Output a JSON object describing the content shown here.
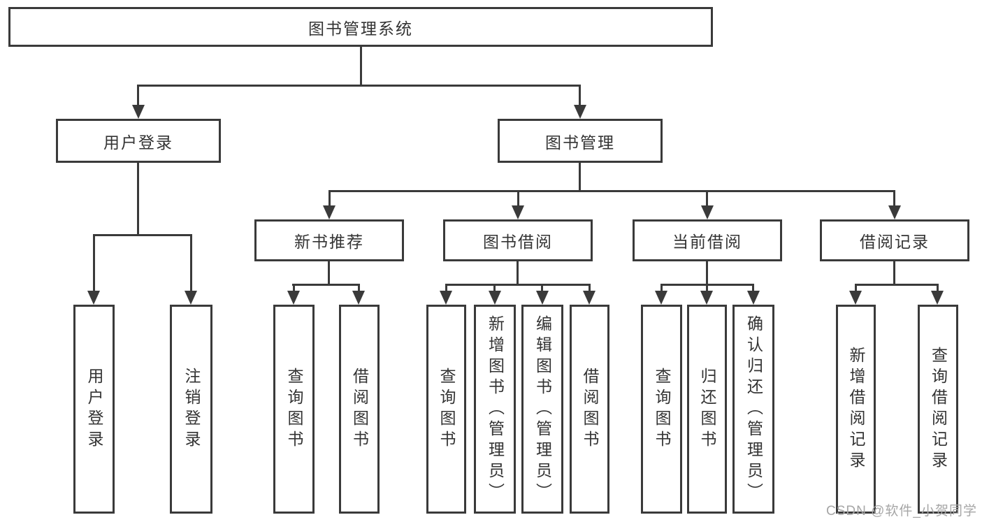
{
  "diagram": {
    "root": "图书管理系统",
    "level2": [
      "用户登录",
      "图书管理"
    ],
    "level3": [
      "新书推荐",
      "图书借阅",
      "当前借阅",
      "借阅记录"
    ],
    "leaves": [
      "用户登录",
      "注销登录",
      "查询图书",
      "借阅图书",
      "查询图书",
      "新增图书（管理员）",
      "编辑图书（管理员）",
      "借阅图书",
      "查询图书",
      "归还图书",
      "确认归还（管理员）",
      "新增借阅记录",
      "查询借阅记录"
    ],
    "colors": {
      "line": "#3a3a3a",
      "text": "#333333",
      "background": "#ffffff",
      "watermark": "#a6a6a6"
    },
    "watermark": "CSDN @软件_小贺同学"
  }
}
